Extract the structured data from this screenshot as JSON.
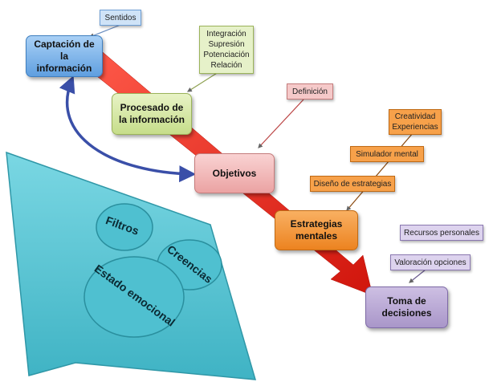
{
  "nodes": {
    "captacion": "Captación de la información",
    "procesado": "Procesado de la información",
    "objetivos": "Objetivos",
    "estrategias": "Estrategias mentales",
    "toma": "Toma de decisiones"
  },
  "tags": {
    "sentidos": "Sentidos",
    "procesos": [
      "Integración",
      "Supresión",
      "Potenciación",
      "Relación"
    ],
    "definicion": "Definición",
    "creatividad": [
      "Creatividad",
      "Experiencias"
    ],
    "simulador": "Simulador mental",
    "diseno": "Diseño de estrategias",
    "recursos": "Recursos personales",
    "valoracion": "Valoración opciones"
  },
  "house": {
    "filtros": "Filtros",
    "creencias": "Creencias",
    "estado": "Estado emocional"
  },
  "colors": {
    "blue": "#7fb3e8",
    "green": "#d7e8a8",
    "pink": "#f2b5b5",
    "orange": "#f29533",
    "purple": "#b9a8d4",
    "cyan": "#5cc8d6",
    "red_arrow": "#e8231a"
  }
}
